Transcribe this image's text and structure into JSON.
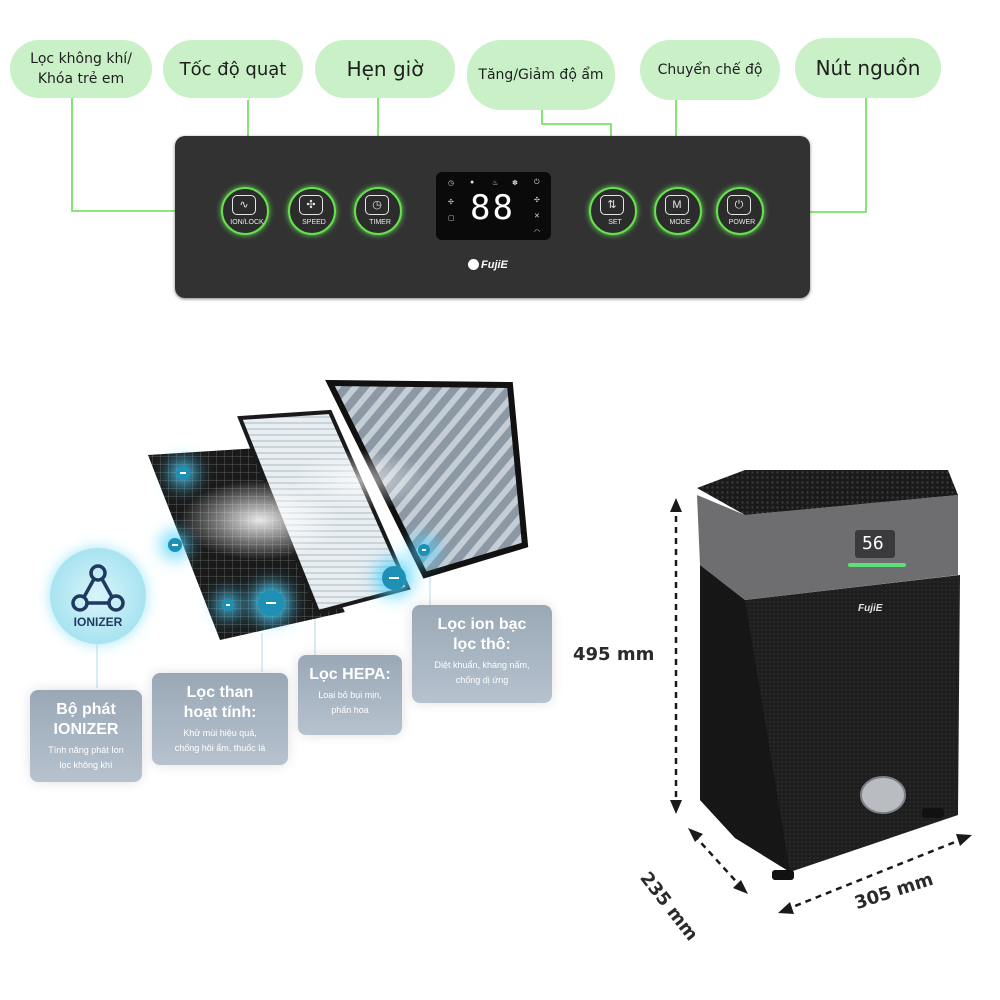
{
  "labels": {
    "ion_lock": "Lọc không khí/\nKhóa trẻ em",
    "speed": "Tốc độ quạt",
    "timer": "Hẹn giờ",
    "set": "Tăng/Giảm độ ẩm",
    "mode": "Chuyển chế độ",
    "power": "Nút nguồn"
  },
  "panel": {
    "buttons": {
      "ion_lock": "ION/LOCK",
      "speed": "SPEED",
      "timer": "TIMER",
      "set": "SET",
      "mode": "MODE",
      "power": "POWER"
    },
    "display_value": "88",
    "brand": "FujiE"
  },
  "filters": {
    "ionizer_badge": "IONIZER",
    "ionizer": {
      "title": "Bộ phát\nIONIZER",
      "desc": "Tính năng phát Ion\nlọc không khí"
    },
    "carbon": {
      "title": "Lọc than\nhoạt tính:",
      "desc": "Khử mùi hiệu quả,\nchống hôi ẩm, thuốc lá"
    },
    "hepa": {
      "title": "Lọc HEPA:",
      "desc": "Loại bỏ bụi mịn,\nphấn hoa"
    },
    "silver": {
      "title": "Lọc ion bạc\nlọc thô:",
      "desc": "Diệt khuẩn, kháng nấm,\nchống dị ứng"
    }
  },
  "product": {
    "display_value": "56",
    "brand": "FujiE",
    "height": "495 mm",
    "depth": "235 mm",
    "width": "305 mm"
  },
  "colors": {
    "pill_bg": "#c9f0c6",
    "accent_green": "#66e04f",
    "panel_bg": "#323233",
    "card_bg": "#aab7c4"
  }
}
